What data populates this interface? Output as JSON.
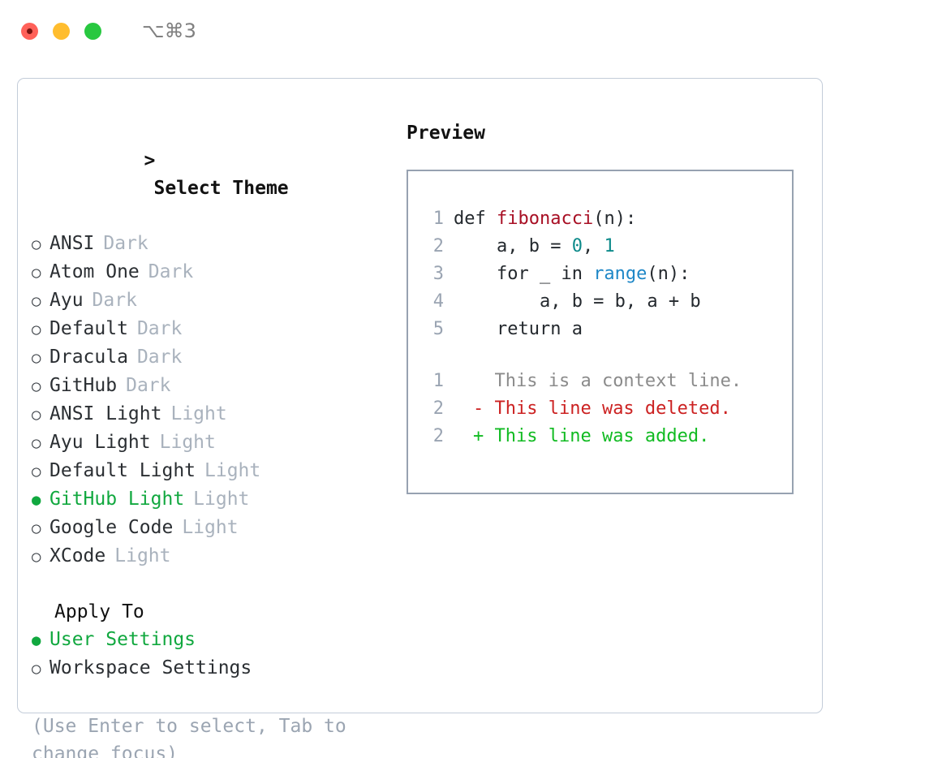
{
  "window": {
    "traffic_lights": [
      "close",
      "minimize",
      "maximize"
    ],
    "shortcut": "⌥⌘3"
  },
  "theme_panel": {
    "heading": "> Select Theme",
    "heading_caret": ">",
    "heading_text": "Select Theme",
    "marker_selected": "●",
    "marker_unselected": "○",
    "accent_color": "#11a83f",
    "themes": [
      {
        "name": "ANSI",
        "category": "Dark",
        "selected": false
      },
      {
        "name": "Atom One",
        "category": "Dark",
        "selected": false
      },
      {
        "name": "Ayu",
        "category": "Dark",
        "selected": false
      },
      {
        "name": "Default",
        "category": "Dark",
        "selected": false
      },
      {
        "name": "Dracula",
        "category": "Dark",
        "selected": false
      },
      {
        "name": "GitHub",
        "category": "Dark",
        "selected": false
      },
      {
        "name": "ANSI Light",
        "category": "Light",
        "selected": false
      },
      {
        "name": "Ayu Light",
        "category": "Light",
        "selected": false
      },
      {
        "name": "Default Light",
        "category": "Light",
        "selected": false
      },
      {
        "name": "GitHub Light",
        "category": "Light",
        "selected": true
      },
      {
        "name": "Google Code",
        "category": "Light",
        "selected": false
      },
      {
        "name": "XCode",
        "category": "Light",
        "selected": false
      }
    ]
  },
  "apply_to": {
    "title": "Apply To",
    "options": [
      {
        "name": "User Settings",
        "selected": true
      },
      {
        "name": "Workspace Settings",
        "selected": false
      }
    ]
  },
  "hint": "(Use Enter to select, Tab to change focus)",
  "preview": {
    "title": "Preview",
    "code_lines": [
      {
        "num": "1",
        "tokens": [
          {
            "t": "def ",
            "k": "plain"
          },
          {
            "t": "fibonacci",
            "k": "fn"
          },
          {
            "t": "(n):",
            "k": "plain"
          }
        ]
      },
      {
        "num": "2",
        "tokens": [
          {
            "t": "    a, b = ",
            "k": "plain"
          },
          {
            "t": "0",
            "k": "num"
          },
          {
            "t": ", ",
            "k": "plain"
          },
          {
            "t": "1",
            "k": "num"
          }
        ]
      },
      {
        "num": "3",
        "tokens": [
          {
            "t": "    for _ in ",
            "k": "plain"
          },
          {
            "t": "range",
            "k": "call"
          },
          {
            "t": "(n):",
            "k": "plain"
          }
        ]
      },
      {
        "num": "4",
        "tokens": [
          {
            "t": "        a, b = b, a + b",
            "k": "plain"
          }
        ]
      },
      {
        "num": "5",
        "tokens": [
          {
            "t": "    return a",
            "k": "plain"
          }
        ]
      }
    ],
    "diff_lines": [
      {
        "num": "1",
        "marker": " ",
        "text": " This is a context line.",
        "kind": "context"
      },
      {
        "num": "2",
        "marker": "-",
        "text": " This line was deleted.",
        "kind": "deleted"
      },
      {
        "num": "2",
        "marker": "+",
        "text": " This line was added.",
        "kind": "added"
      }
    ]
  },
  "colors": {
    "accent_green": "#11a83f",
    "diff_deleted": "#cc2222",
    "diff_added": "#11bb22",
    "diff_context": "#8b8b8b",
    "token_function": "#a80f24",
    "token_number": "#0d8a8a",
    "token_call": "#1e87c7",
    "muted_gray": "#a9b2bd",
    "panel_border": "#c3ccd9",
    "preview_border": "#97a2b1"
  }
}
